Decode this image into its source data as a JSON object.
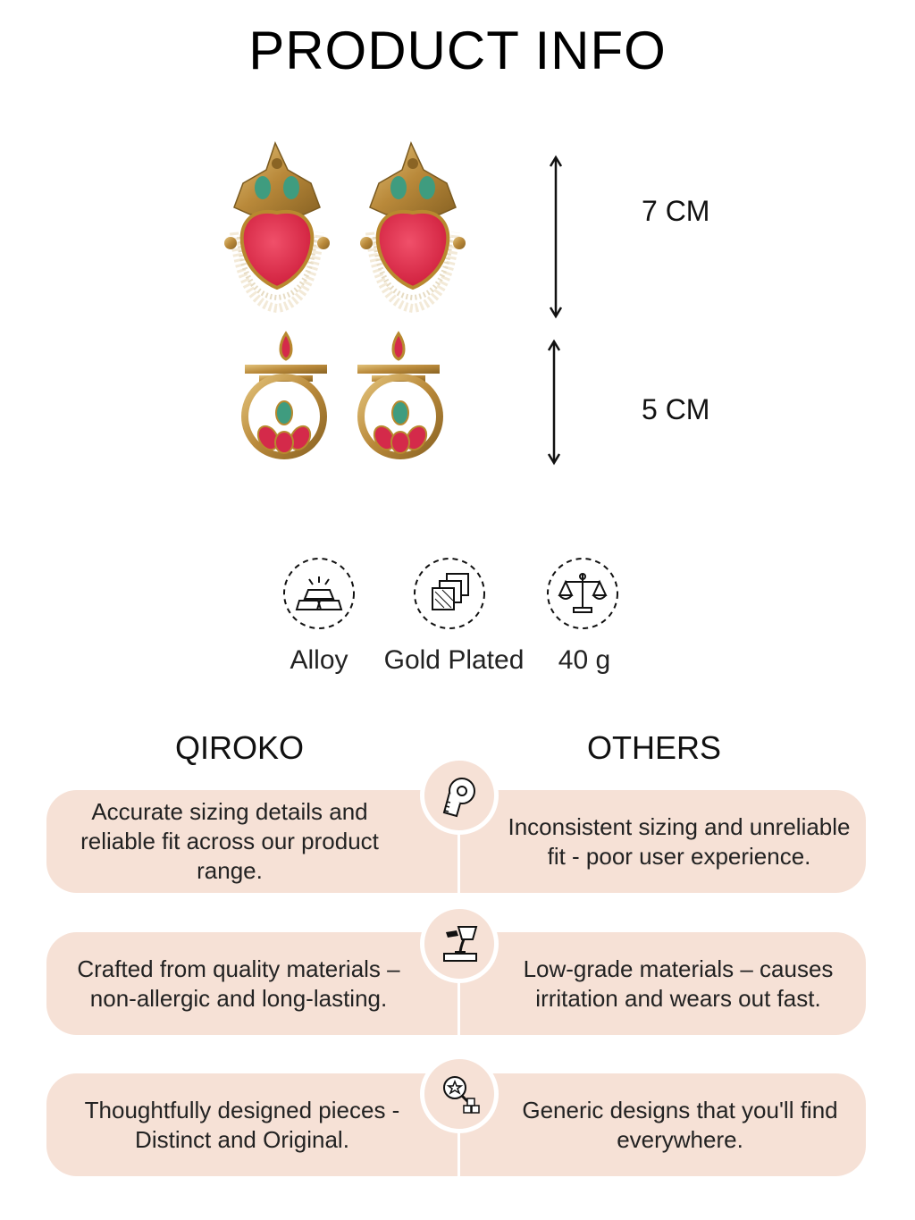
{
  "page": {
    "title": "PRODUCT INFO"
  },
  "dimensions": [
    {
      "label": "7 CM"
    },
    {
      "label": "5 CM"
    }
  ],
  "specs": [
    {
      "icon": "gold-bars-icon",
      "label": "Alloy"
    },
    {
      "icon": "plated-layers-icon",
      "label": "Gold Plated"
    },
    {
      "icon": "balance-scale-icon",
      "label": "40 g"
    }
  ],
  "comparison": {
    "left_heading": "QIROKO",
    "right_heading": "OTHERS",
    "rows": [
      {
        "icon": "measuring-tape-icon",
        "qiroko": "Accurate sizing details and reliable fit across our product range.",
        "others": "Inconsistent sizing and unreliable fit - poor user experience."
      },
      {
        "icon": "molten-metal-pour-icon",
        "qiroko": "Crafted from quality materials – non-allergic and long-lasting.",
        "others": "Low-grade materials – causes irritation and wears out fast."
      },
      {
        "icon": "magnifier-design-icon",
        "qiroko": "Thoughtfully designed pieces - Distinct and Original.",
        "others": "Generic designs that you'll find everywhere."
      }
    ]
  },
  "colors": {
    "row_background": "#f6e1d6",
    "earring_red": "#e2334f",
    "earring_green": "#3f9c7f",
    "gold": "#c79a45"
  }
}
